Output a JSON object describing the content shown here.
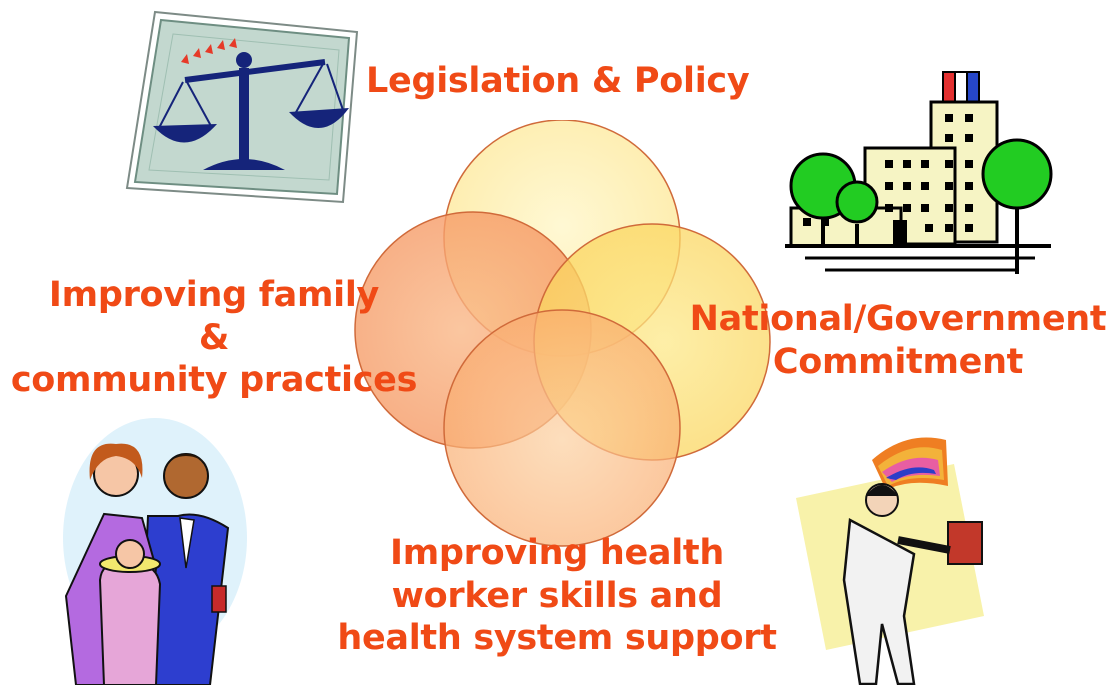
{
  "labels": {
    "top": "Legislation & Policy",
    "right_line1": "National/Government",
    "right_line2": "Commitment",
    "left_line1": "Improving family",
    "left_line2": "&",
    "left_line3": "community practices",
    "bottom_line1": "Improving health",
    "bottom_line2": "worker skills and",
    "bottom_line3": "health system support"
  },
  "circles": [
    {
      "name": "top",
      "color": "#fdeea0"
    },
    {
      "name": "left",
      "color": "#f7a066"
    },
    {
      "name": "right",
      "color": "#fcdc66"
    },
    {
      "name": "bottom",
      "color": "#fbb97a"
    }
  ],
  "colors": {
    "text": "#f04a16",
    "outline": "#d06a3a"
  },
  "icons": [
    "scales-of-justice-icon",
    "government-building-icon",
    "family-icon",
    "delivery-man-icon"
  ]
}
